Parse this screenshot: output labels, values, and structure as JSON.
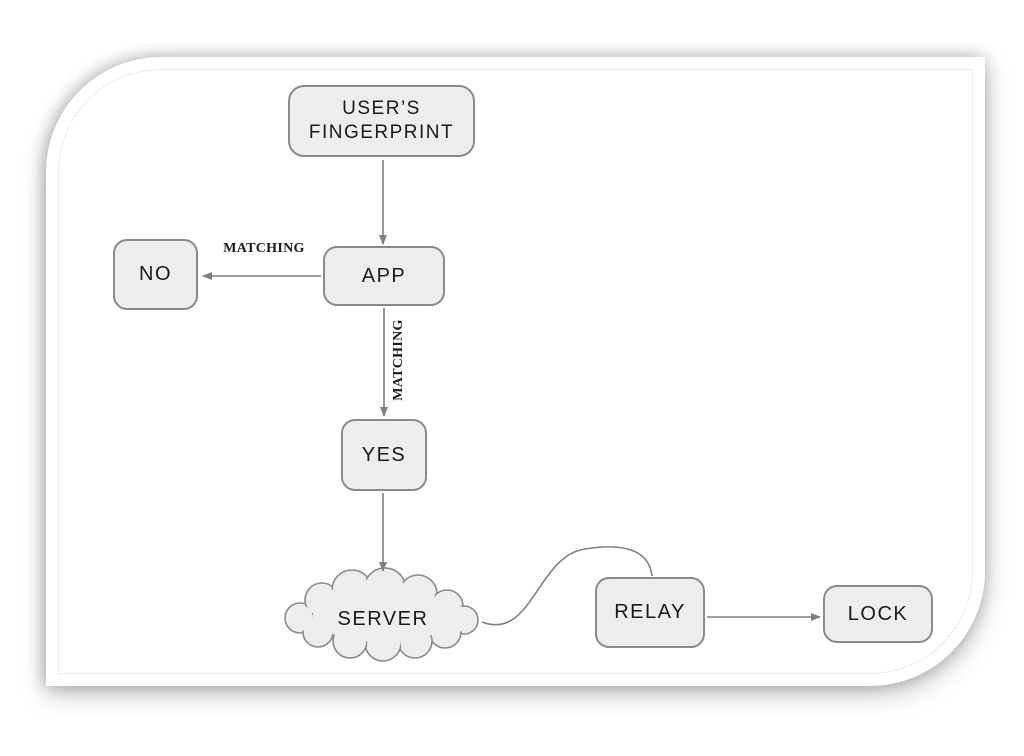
{
  "colors": {
    "node_fill": "#ededed",
    "node_border": "#8a8a8a",
    "connector": "#7f7f7f",
    "label_text": "#1a1a1a"
  },
  "nodes": {
    "fingerprint": {
      "label": "USER’S\nFINGERPRINT"
    },
    "app": {
      "label": "APP"
    },
    "no": {
      "label": "NO"
    },
    "yes": {
      "label": "YES"
    },
    "server": {
      "label": "SERVER"
    },
    "relay": {
      "label": "RELAY"
    },
    "lock": {
      "label": "LOCK"
    }
  },
  "edge_labels": {
    "app_no": "MATCHING",
    "app_yes": "MATCHING"
  }
}
